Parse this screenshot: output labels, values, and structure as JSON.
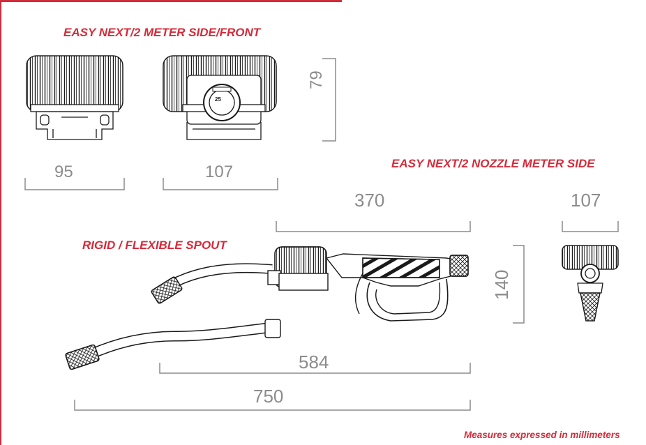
{
  "titles": {
    "meter_side_front": "EASY NEXT/2 METER SIDE/FRONT",
    "nozzle_meter_side": "EASY NEXT/2 NOZZLE METER SIDE",
    "spout": "RIGID / FLEXIBLE SPOUT"
  },
  "dimensions": {
    "meter_side_width": "95",
    "meter_front_width": "107",
    "meter_height": "79",
    "nozzle_length": "370",
    "nozzle_height": "140",
    "nozzle_front_width": "107",
    "rigid_spout_length": "584",
    "flexible_spout_length": "750"
  },
  "meter_display_text": "25",
  "footnote": "Measures expressed in millimeters",
  "colors": {
    "accent": "#d42b3a",
    "dimension": "#8c8c8c",
    "drawing": "#1a1a1a"
  }
}
